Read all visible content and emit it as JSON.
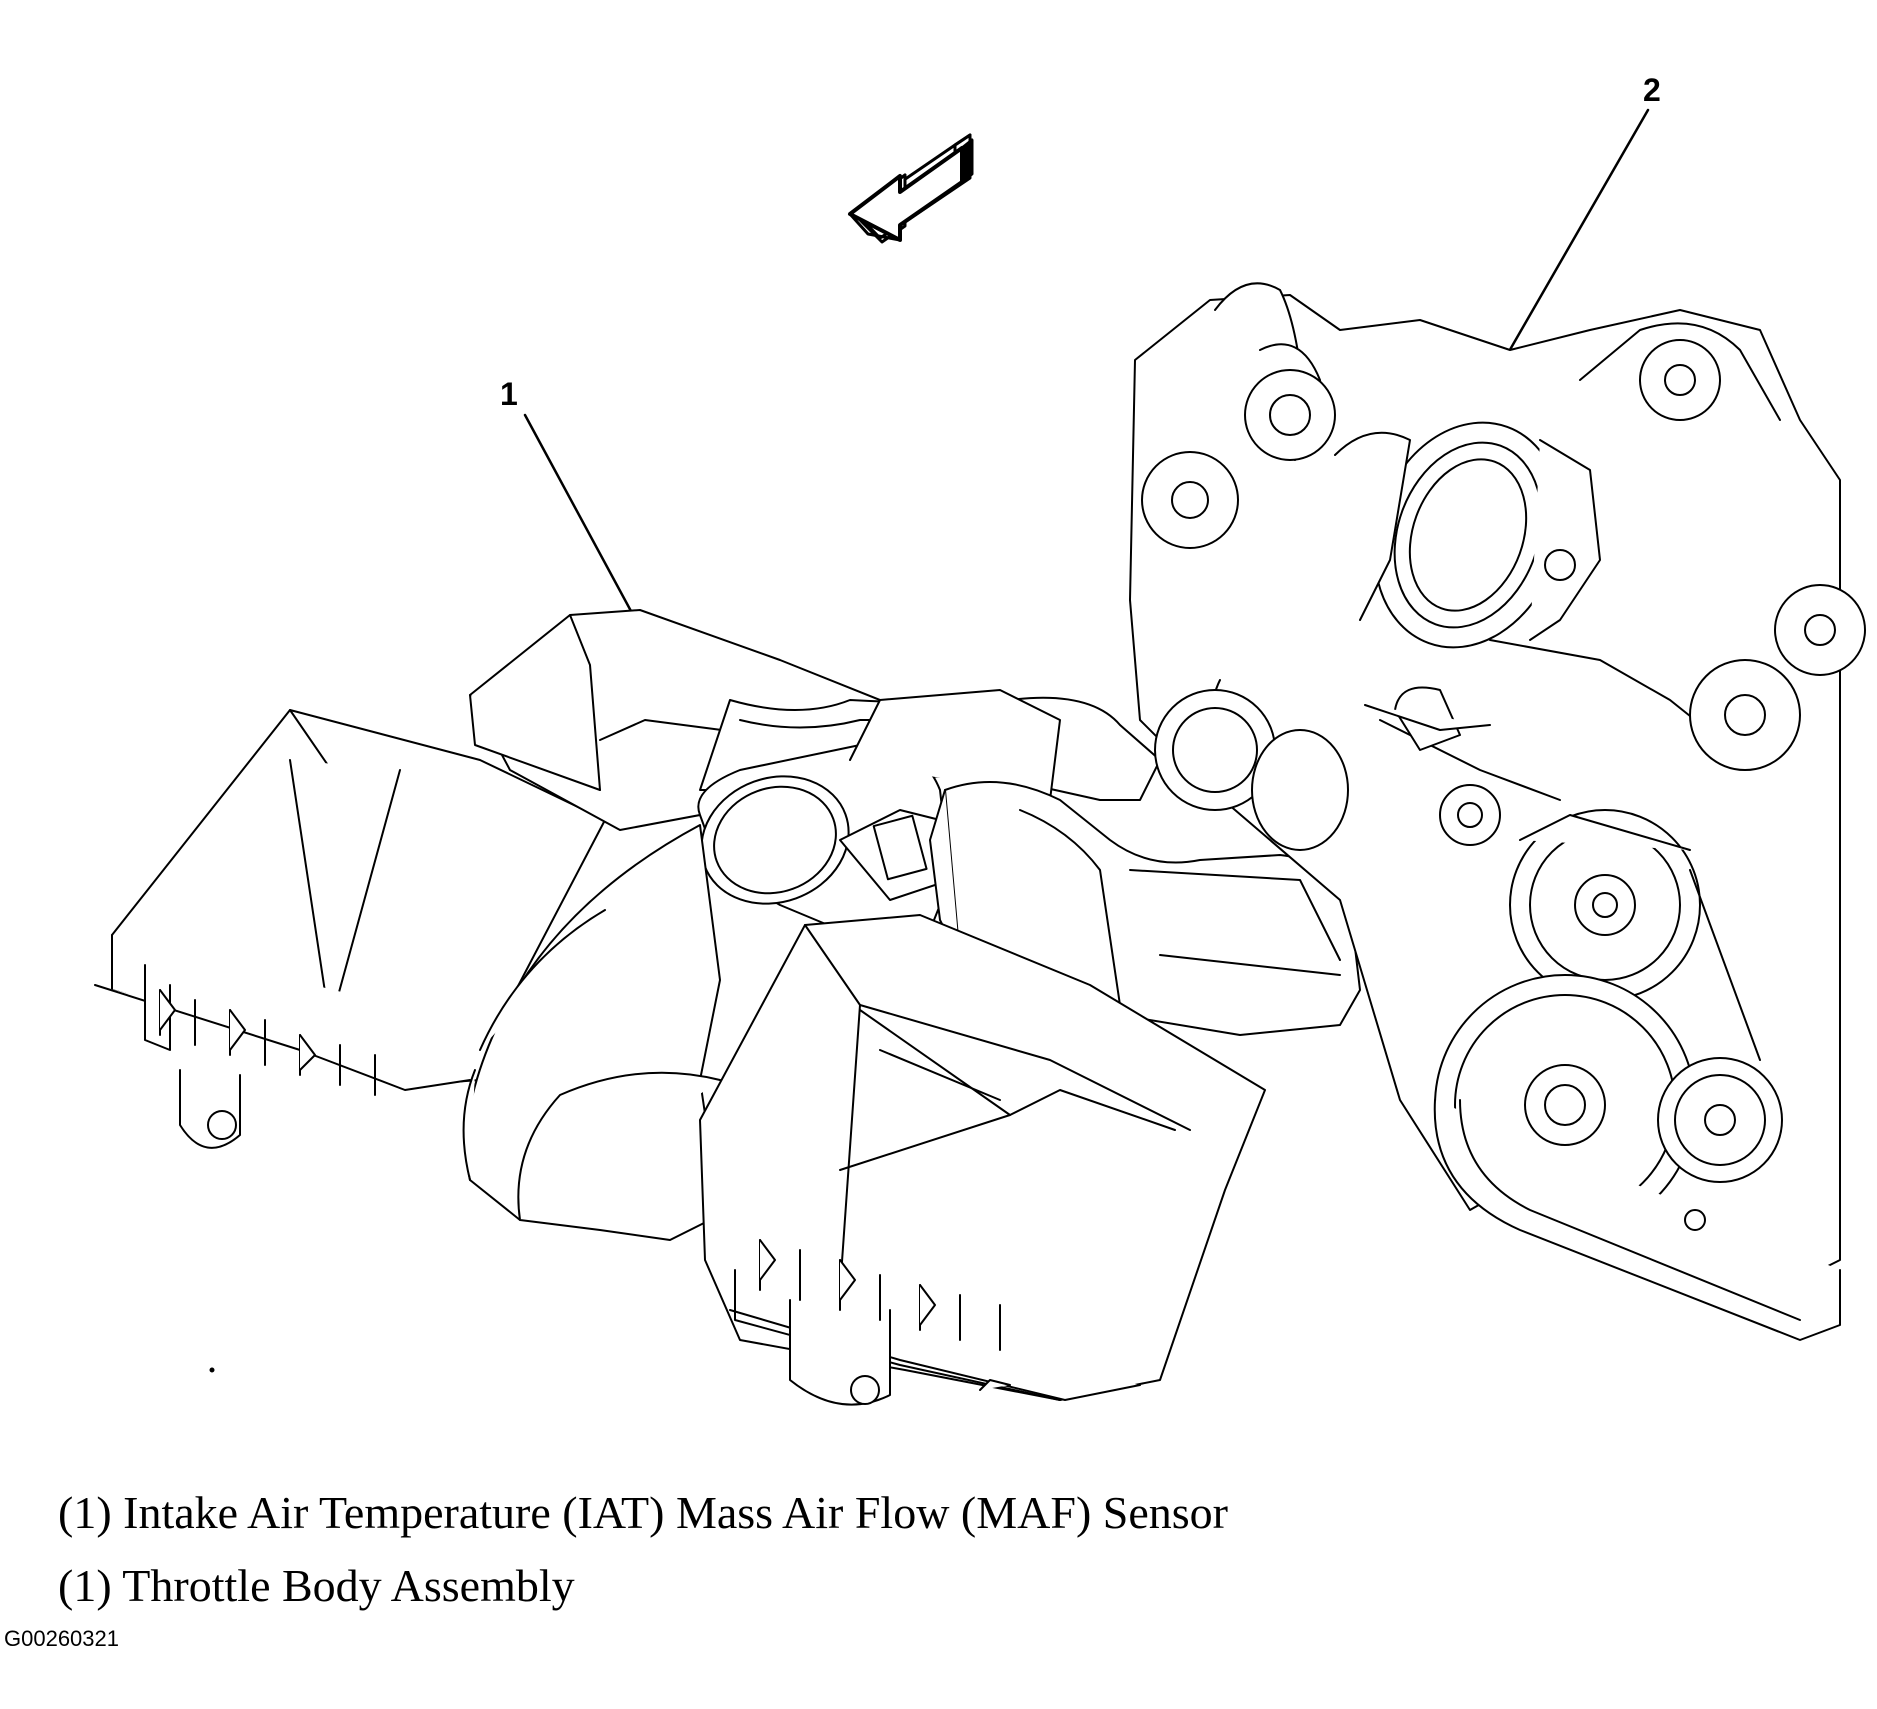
{
  "diagram": {
    "callouts": [
      {
        "number": "1"
      },
      {
        "number": "2"
      }
    ],
    "legend": [
      "(1) Intake Air Temperature (IAT) Mass Air Flow (MAF) Sensor",
      "(1) Throttle Body Assembly"
    ],
    "figure_id": "G00260321",
    "direction_arrow_icon": "front-direction-arrow-icon"
  }
}
